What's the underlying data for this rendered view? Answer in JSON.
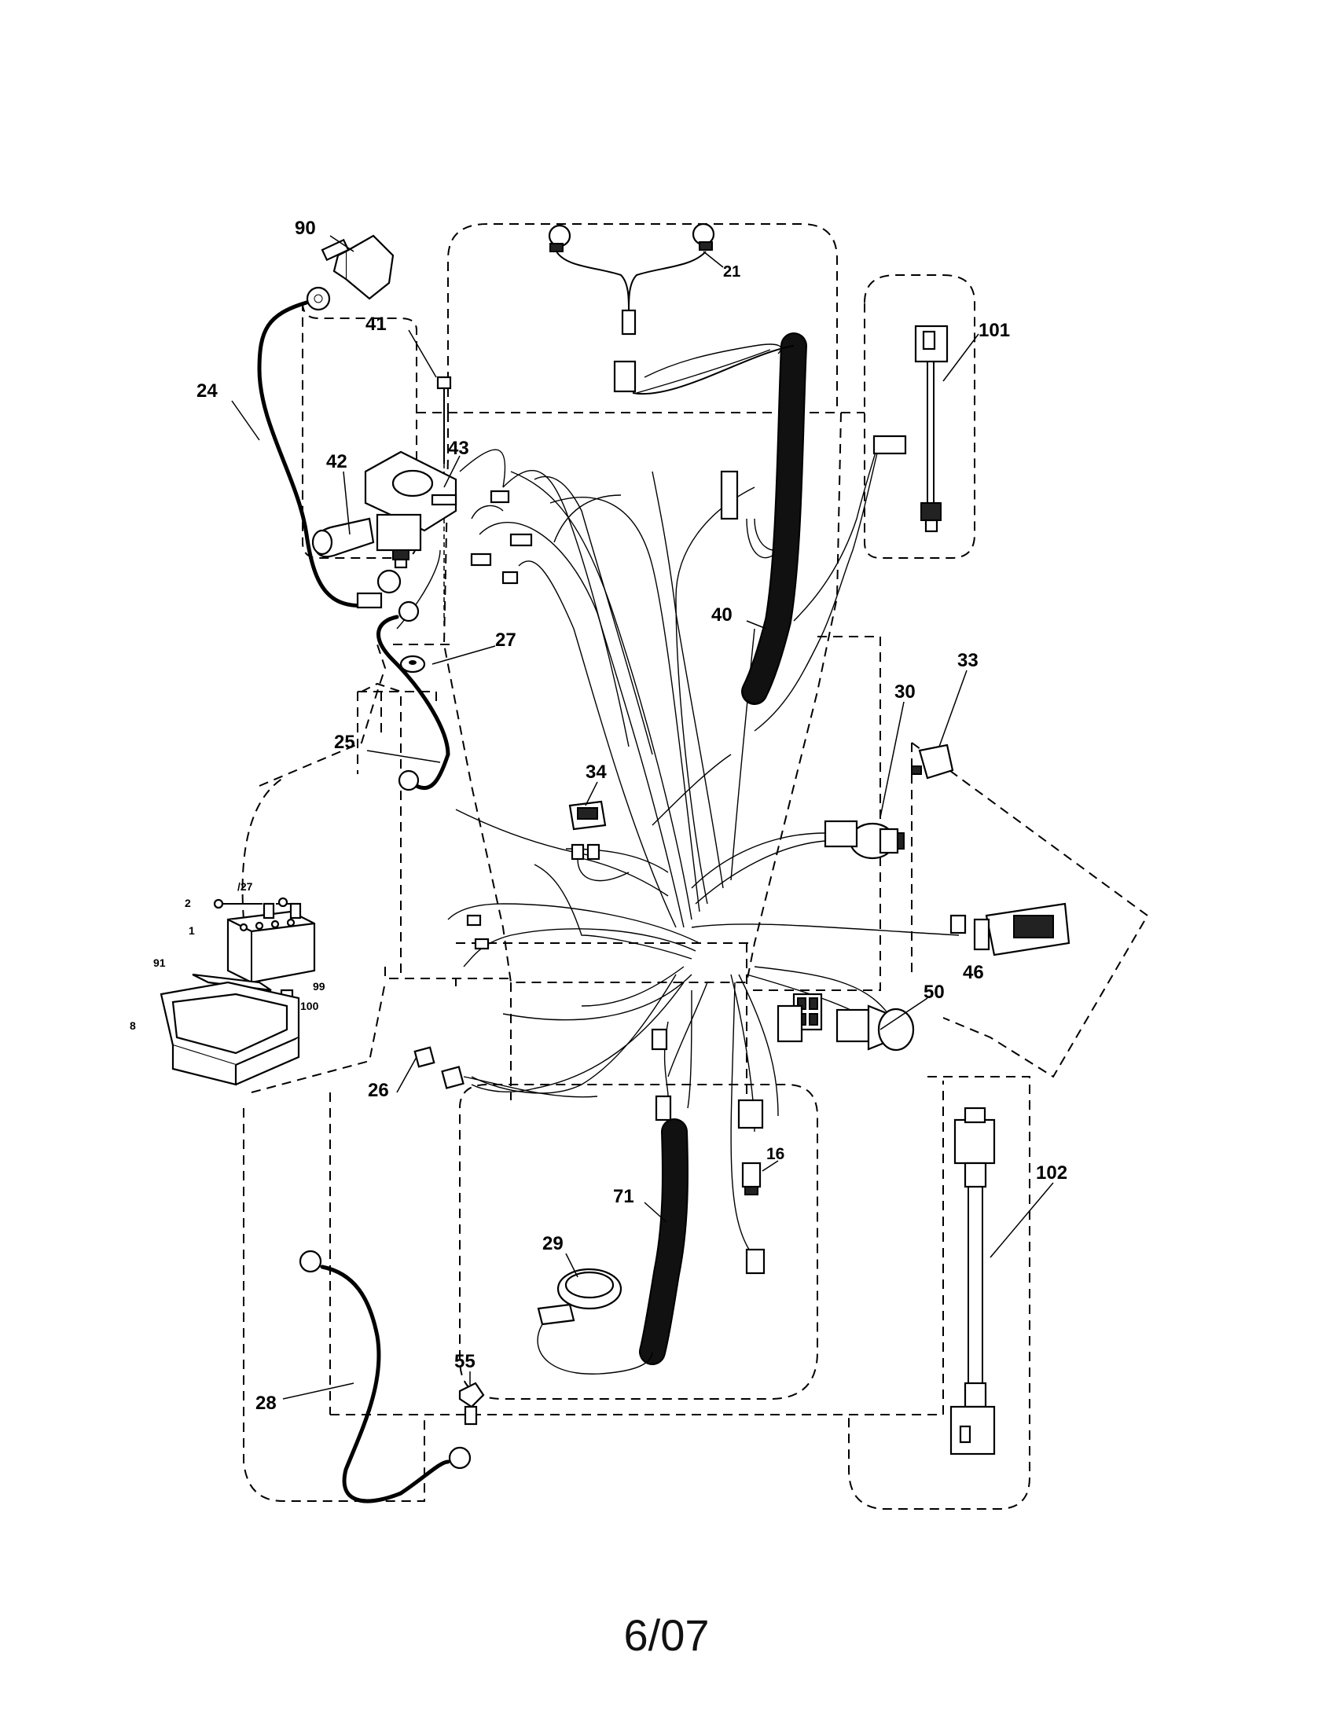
{
  "footer": {
    "date_code": "6/07"
  },
  "callouts": [
    {
      "id": "c90",
      "label": "90"
    },
    {
      "id": "c21",
      "label": "21"
    },
    {
      "id": "c101",
      "label": "101"
    },
    {
      "id": "c41",
      "label": "41"
    },
    {
      "id": "c24",
      "label": "24"
    },
    {
      "id": "c42",
      "label": "42"
    },
    {
      "id": "c43",
      "label": "43"
    },
    {
      "id": "c40",
      "label": "40"
    },
    {
      "id": "c27",
      "label": "27"
    },
    {
      "id": "c33",
      "label": "33"
    },
    {
      "id": "c30",
      "label": "30"
    },
    {
      "id": "c25",
      "label": "25"
    },
    {
      "id": "c34",
      "label": "34"
    },
    {
      "id": "c2",
      "label": "2"
    },
    {
      "id": "c127",
      "label": "/27"
    },
    {
      "id": "c1",
      "label": "1"
    },
    {
      "id": "c91",
      "label": "91"
    },
    {
      "id": "c99",
      "label": "99"
    },
    {
      "id": "c100",
      "label": "100"
    },
    {
      "id": "c8",
      "label": "8"
    },
    {
      "id": "c46",
      "label": "46"
    },
    {
      "id": "c50",
      "label": "50"
    },
    {
      "id": "c26",
      "label": "26"
    },
    {
      "id": "c16",
      "label": "16"
    },
    {
      "id": "c102",
      "label": "102"
    },
    {
      "id": "c71",
      "label": "71"
    },
    {
      "id": "c29",
      "label": "29"
    },
    {
      "id": "c55",
      "label": "55"
    },
    {
      "id": "c28",
      "label": "28"
    }
  ]
}
